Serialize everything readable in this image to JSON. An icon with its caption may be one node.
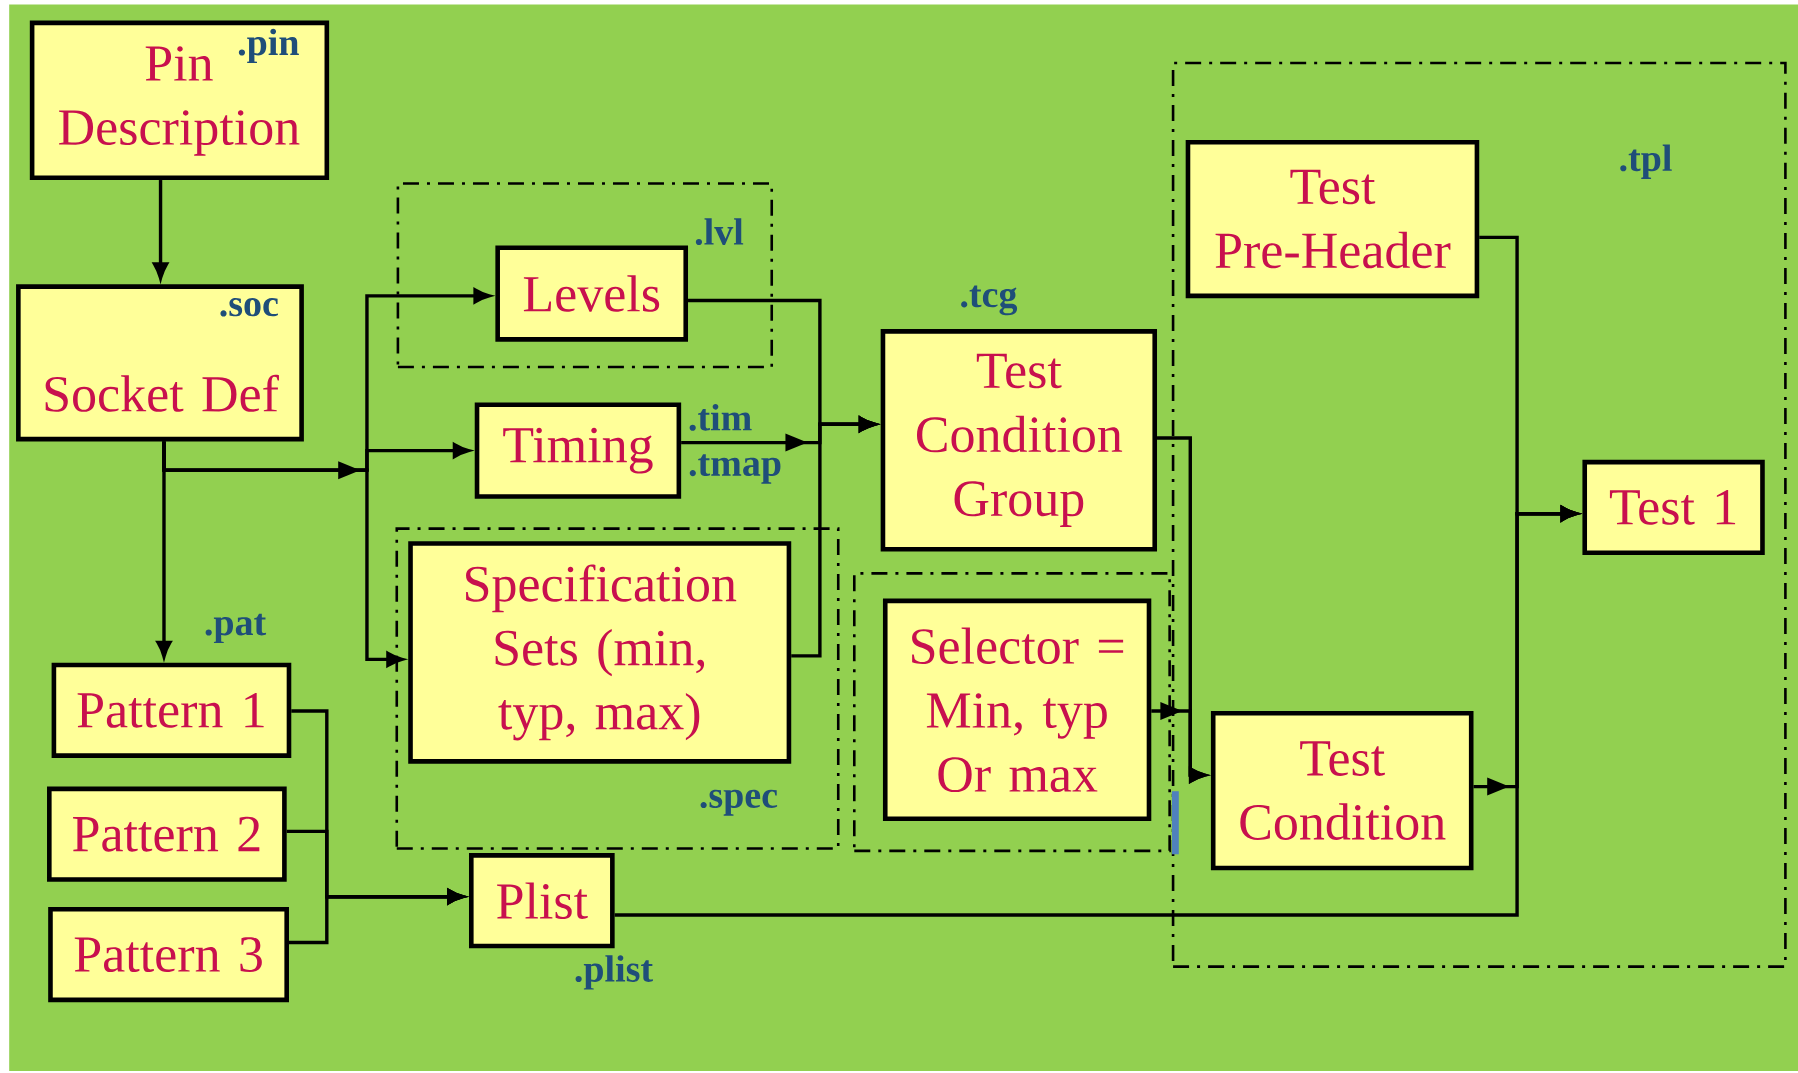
{
  "diagram": {
    "nodes": [
      {
        "text": [
          ".pin",
          "Pin Description"
        ]
      },
      {
        "text": [
          ".soc",
          "Socket Def"
        ]
      },
      {
        "text": [
          ".lvl"
        ]
      },
      {
        "text": [
          "Levels"
        ],
        "in": 2
      },
      {
        "text": [
          "Timing"
        ],
        "beside": [
          ".tim",
          ".tmap"
        ]
      },
      {
        "text": [
          ".spec"
        ]
      },
      {
        "text": [
          "Specification Sets (min, typ, max)"
        ],
        "in": 5
      },
      {
        "text": [
          "Test Condition Group"
        ],
        "beside": [
          ".tcg"
        ]
      },
      {
        "text": [],
        "shape": "box"
      },
      {
        "text": [
          "Selector = Min, typ Or max"
        ],
        "in": 8
      },
      {
        "text": [
          ".tpl"
        ]
      },
      {
        "text": [
          "Test Pre-Header"
        ],
        "in": 10
      },
      {
        "text": [
          "Test Condition"
        ],
        "in": 10
      },
      {
        "text": [
          "Test 1"
        ],
        "in": 10
      },
      {
        "text": [
          "Pattern 1"
        ],
        "beside": [
          ".pat"
        ]
      },
      {
        "text": [
          "Pattern 2"
        ]
      },
      {
        "text": [
          "Pattern 3"
        ]
      },
      {
        "text": [
          "Plist"
        ],
        "beside": [
          ".plist"
        ]
      }
    ],
    "edges": [
      {
        "from": 0,
        "to": 1,
        "arrow": "to"
      },
      {
        "from": 1,
        "to": 3,
        "arrow": "to"
      },
      {
        "from": 1,
        "to": 4,
        "arrow": "to"
      },
      {
        "from": 1,
        "to": 6,
        "arrow": "to"
      },
      {
        "from": 1,
        "to": 14,
        "arrow": "to"
      },
      {
        "from": 3,
        "to": 7,
        "arrow": "to"
      },
      {
        "from": 4,
        "to": 7,
        "arrow": "to"
      },
      {
        "from": 6,
        "to": 7,
        "arrow": "to"
      },
      {
        "from": 7,
        "to": 12,
        "arrow": "to"
      },
      {
        "from": 9,
        "to": 12,
        "arrow": "to"
      },
      {
        "from": 11,
        "to": 13,
        "arrow": "to"
      },
      {
        "from": 12,
        "to": 13,
        "arrow": "to"
      },
      {
        "from": 17,
        "to": 13,
        "arrow": "to"
      },
      {
        "from": 14,
        "to": 17,
        "arrow": "to"
      },
      {
        "from": 15,
        "to": 17,
        "arrow": "to"
      },
      {
        "from": 16,
        "to": 17,
        "arrow": "to"
      }
    ]
  }
}
